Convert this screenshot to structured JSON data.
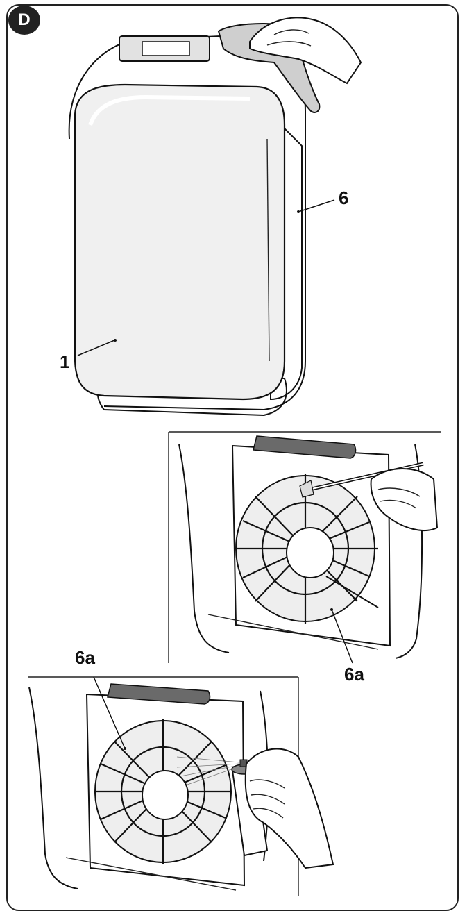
{
  "figure": {
    "badge": "D",
    "callouts": {
      "label_6": "6",
      "label_1": "1",
      "label_6a_bottom": "6a",
      "label_6a_top": "6a"
    }
  },
  "icons": {
    "purifier": "air-purifier-icon",
    "cloth_hand": "hand-with-cloth-icon",
    "brush_hand": "hand-with-brush-icon",
    "spray_hand": "hand-with-spray-can-icon",
    "fan_grille": "fan-grille-icon"
  }
}
